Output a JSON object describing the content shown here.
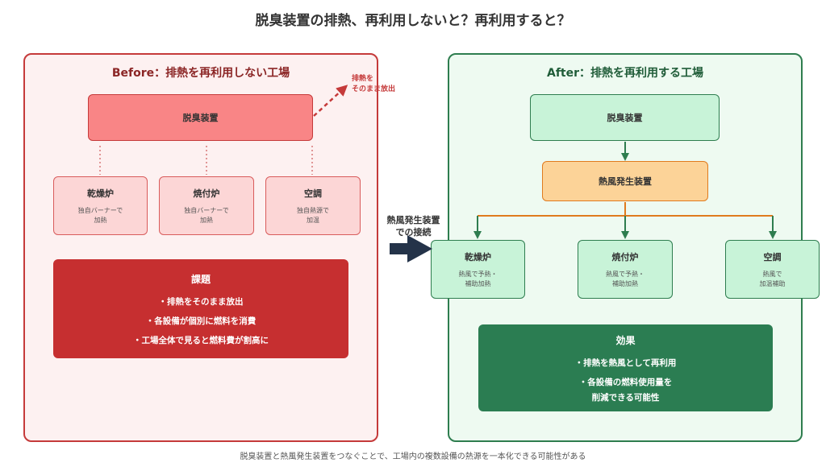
{
  "title": "脱臭装置の排熱、再利用しないと？再利用すると？",
  "before": {
    "title": "Before：排熱を再利用しない工場",
    "deodorizer": "脱臭装置",
    "exhaust_note": [
      "排熱を",
      "そのまま放出"
    ],
    "equipment": [
      {
        "name": "乾燥炉",
        "sub": [
          "独自バーナーで",
          "加熱"
        ]
      },
      {
        "name": "焼付炉",
        "sub": [
          "独自バーナーで",
          "加熱"
        ]
      },
      {
        "name": "空調",
        "sub": [
          "独自熱源で",
          "加温"
        ]
      }
    ],
    "issues": {
      "title": "課題",
      "items": [
        "・排熱をそのまま放出",
        "・各設備が個別に燃料を消費",
        "・工場全体で見ると燃料費が割高に"
      ]
    }
  },
  "connector": {
    "label": [
      "熱風発生装置",
      "での接続"
    ]
  },
  "after": {
    "title": "After：排熱を再利用する工場",
    "deodorizer": "脱臭装置",
    "hot_air_generator": "熱風発生装置",
    "equipment": [
      {
        "name": "乾燥炉",
        "sub": [
          "熱風で予熱・",
          "補助加熱"
        ]
      },
      {
        "name": "焼付炉",
        "sub": [
          "熱風で予熱・",
          "補助加熱"
        ]
      },
      {
        "name": "空調",
        "sub": [
          "熱風で",
          "加温補助"
        ]
      }
    ],
    "effects": {
      "title": "効果",
      "items": [
        "・排熱を熱風として再利用",
        "・各設備の燃料使用量を",
        "削減できる可能性"
      ]
    }
  },
  "footer": "脱臭装置と熱風発生装置をつなぐことで、工場内の複数設備の熱源を一本化できる可能性がある",
  "colors": {
    "before_border": "#c53a3a",
    "after_border": "#2e7d4f",
    "flow_orange": "#e07b1e",
    "flow_green": "#2e7d4f"
  }
}
